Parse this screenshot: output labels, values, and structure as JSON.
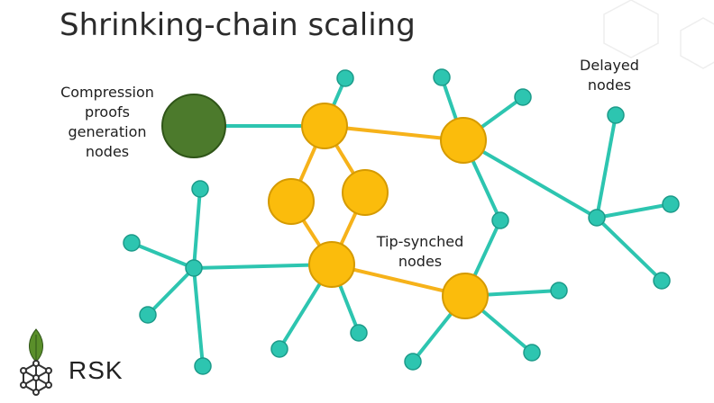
{
  "slide": {
    "title": "Shrinking-chain scaling",
    "labels": {
      "compression": [
        "Compression",
        "proofs",
        "generation",
        "nodes"
      ],
      "delayed": [
        "Delayed",
        "nodes"
      ],
      "tip_synched": [
        "Tip-synched",
        "nodes"
      ]
    },
    "logo_text": "RSK",
    "logo_icon": "rsk-leaf-network-logo"
  },
  "colors": {
    "teal": "#2dc5b0",
    "teal_dark": "#1c9b8a",
    "gold": "#fbbc0c",
    "gold_stroke": "#d59a00",
    "green": "#4c7a2c",
    "green_stroke": "#2f5518",
    "edge_gold": "#f6b21a"
  }
}
